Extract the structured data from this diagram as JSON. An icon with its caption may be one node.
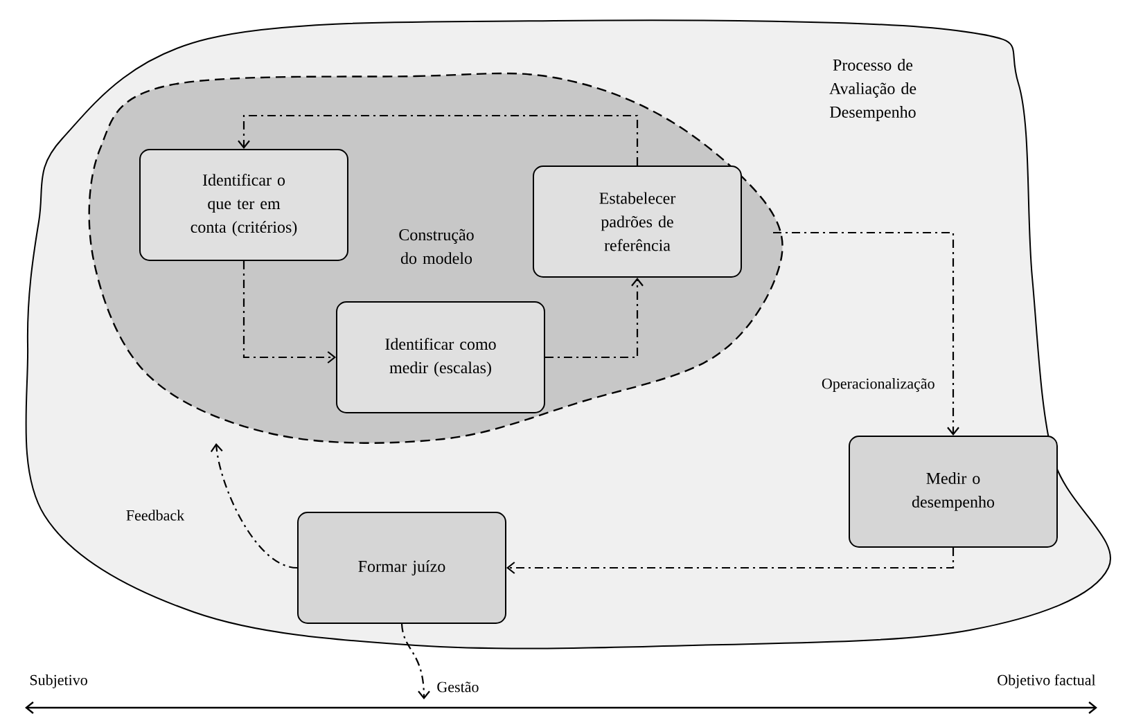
{
  "diagram": {
    "nodes": [
      {
        "text": [
          "Processo de Avaliação de Desempenho"
        ]
      },
      {
        "text": [
          "Construção do modelo"
        ],
        "in": 0
      },
      {
        "text": [
          "Identificar o que ter em conta (critérios)"
        ],
        "in": 1
      },
      {
        "text": [
          "Identificar como medir (escalas)"
        ],
        "in": 1
      },
      {
        "text": [
          "Estabelecer padrões de referência"
        ],
        "in": 1
      },
      {
        "text": [
          "Medir o desempenho"
        ],
        "in": 0
      },
      {
        "text": [
          "Formar juízo"
        ],
        "in": 0
      }
    ],
    "edges": [
      {
        "from": 2,
        "to": 3,
        "arrow": "to"
      },
      {
        "from": 3,
        "to": 4,
        "arrow": "to"
      },
      {
        "from": 4,
        "to": 2,
        "arrow": "to"
      },
      {
        "from": 1,
        "to": 5,
        "arrow": "to",
        "label": "Operacionalização"
      },
      {
        "from": 5,
        "to": 6,
        "arrow": "to"
      },
      {
        "from": 6,
        "to": 1,
        "arrow": "to",
        "label": "Feedback"
      },
      {
        "from": 6,
        "to": null,
        "arrow": "to",
        "label": "Gestão"
      }
    ],
    "labels": [
      "Subjetivo",
      "Objetivo factual"
    ]
  }
}
